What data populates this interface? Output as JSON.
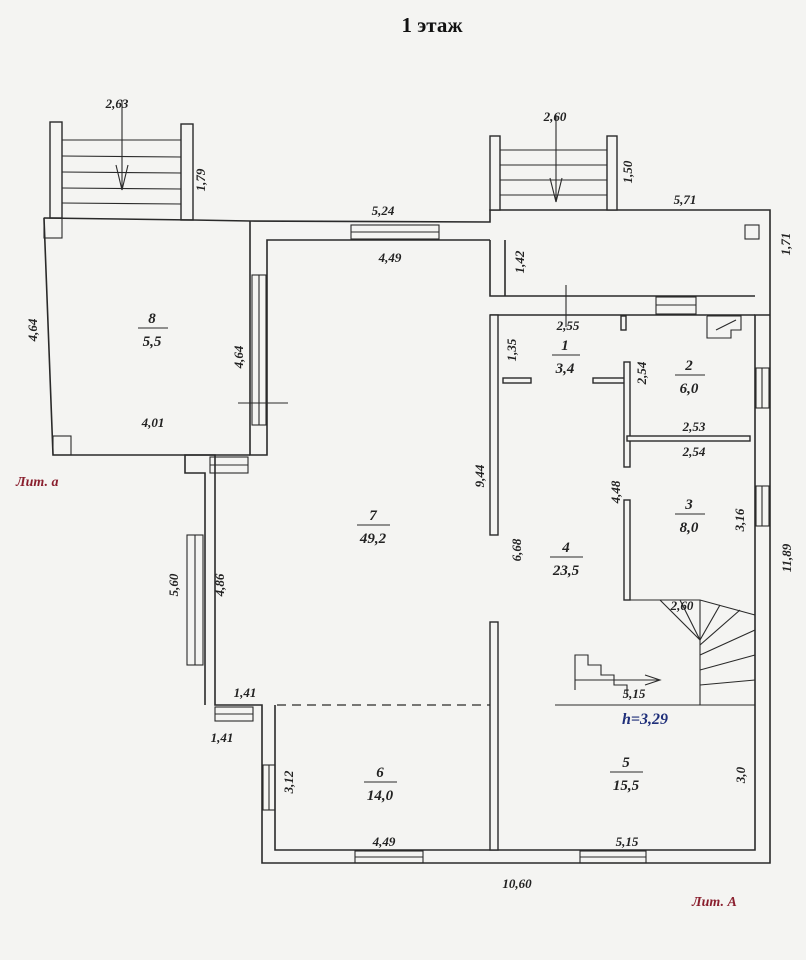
{
  "title": "1 этаж",
  "colors": {
    "lit": "#8a1f2e",
    "height": "#1f2f7a",
    "walls": "#2a2a2a",
    "paper": "#f4f4f2"
  },
  "rooms": [
    {
      "num": "1",
      "area": "3,4"
    },
    {
      "num": "2",
      "area": "6,0"
    },
    {
      "num": "3",
      "area": "8,0"
    },
    {
      "num": "4",
      "area": "23,5"
    },
    {
      "num": "5",
      "area": "15,5"
    },
    {
      "num": "6",
      "area": "14,0"
    },
    {
      "num": "7",
      "area": "49,2"
    },
    {
      "num": "8",
      "area": "5,5"
    }
  ],
  "dimensions": {
    "porch_left_width": "2,63",
    "porch_left_depth": "1,79",
    "porch_right_width": "2,60",
    "porch_right_depth": "1,50",
    "top_wall": "5,24",
    "room7_top": "4,49",
    "terrace_width": "5,71",
    "terrace_depth": "1,71",
    "terrace_left": "1,42",
    "hall_width": "2,55",
    "hall_depth": "1,35",
    "r2_depth": "2,54",
    "r2_bottom": "2,53",
    "r3_top": "2,54",
    "r3_depth": "4,48",
    "r3_window": "3,16",
    "right_total": "11,89",
    "r7_depth": "9,44",
    "r4_depth": "6,68",
    "stair_width": "2,60",
    "r5_width": "5,15",
    "r8_left": "4,64",
    "r8_right": "4,64",
    "r8_bottom": "4,01",
    "left_outer": "5,60",
    "left_inner": "4,86",
    "step_a": "1,41",
    "step_b": "1,41",
    "r6_depth": "3,12",
    "r6_width": "4,49",
    "r5_bottom": "5,15",
    "r5_depth": "3,0",
    "total_width": "10,60"
  },
  "labels": {
    "lit_a_small": "Лит. а",
    "lit_a_big": "Лит. А",
    "height": "h=3,29"
  }
}
